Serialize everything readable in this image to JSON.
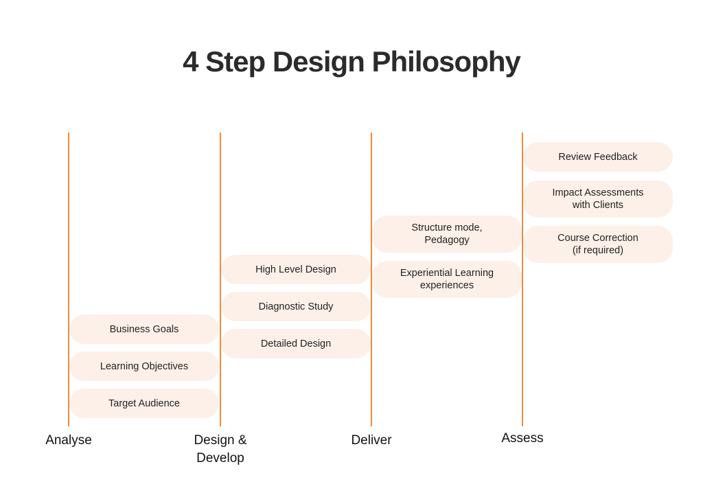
{
  "title": "4 Step Design Philosophy",
  "accent_color": "#f08a3c",
  "pill_color": "#fdf0e8",
  "steps": [
    {
      "label": "Analyse",
      "items": [
        "Business Goals",
        "Learning Objectives",
        "Target Audience"
      ]
    },
    {
      "label": "Design &\nDevelop",
      "items": [
        "High Level Design",
        "Diagnostic Study",
        "Detailed Design"
      ]
    },
    {
      "label": "Deliver",
      "items": [
        "Structure mode,\nPedagogy",
        "Experiential Learning\nexperiences"
      ]
    },
    {
      "label": "Assess",
      "items": [
        "Review Feedback",
        "Impact Assessments\nwith Clients",
        "Course Correction\n(if required)"
      ]
    }
  ]
}
